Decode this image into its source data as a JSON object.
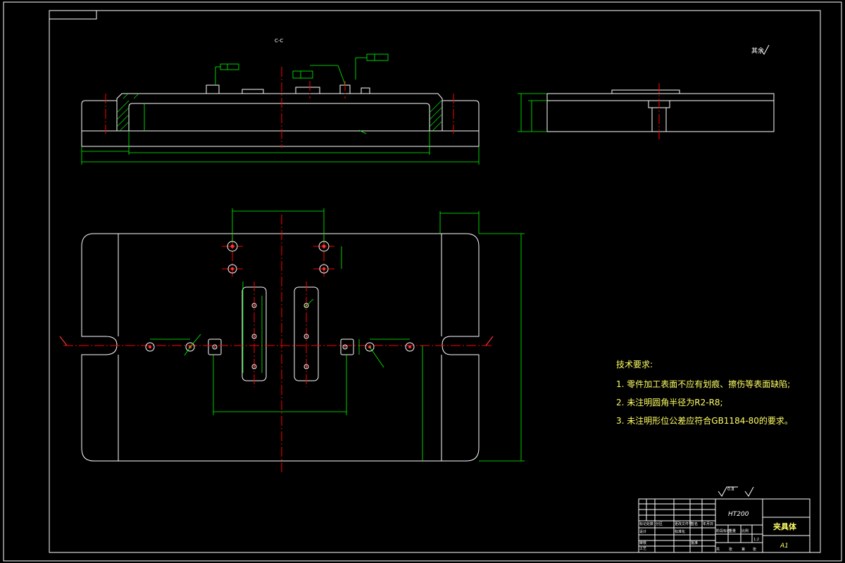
{
  "drawing": {
    "section_label": "C-C",
    "roughness_note": "其余",
    "material": "HT200",
    "part_name": "夹具体",
    "sheet_size": "A1",
    "scale": "1:2",
    "top_roughness": "0.8"
  },
  "tech_requirements": {
    "title": "技术要求:",
    "items": [
      "1. 零件加工表面不应有划痕、擦伤等表面缺陷;",
      "2. 未注明圆角半径为R2-R8;",
      "3. 未注明形位公差应符合GB1184-80的要求。"
    ]
  },
  "title_block": {
    "labels": [
      "标记",
      "处数",
      "分区",
      "更改文件号",
      "签名",
      "年月日",
      "设计",
      "标准化",
      "审核",
      "工艺",
      "批准",
      "阶段标记",
      "重量",
      "比例",
      "共",
      "张",
      "第",
      "张"
    ]
  },
  "colors": {
    "outline": "#ffffff",
    "dimension": "#00ff00",
    "centerline": "#ff0000"
  }
}
